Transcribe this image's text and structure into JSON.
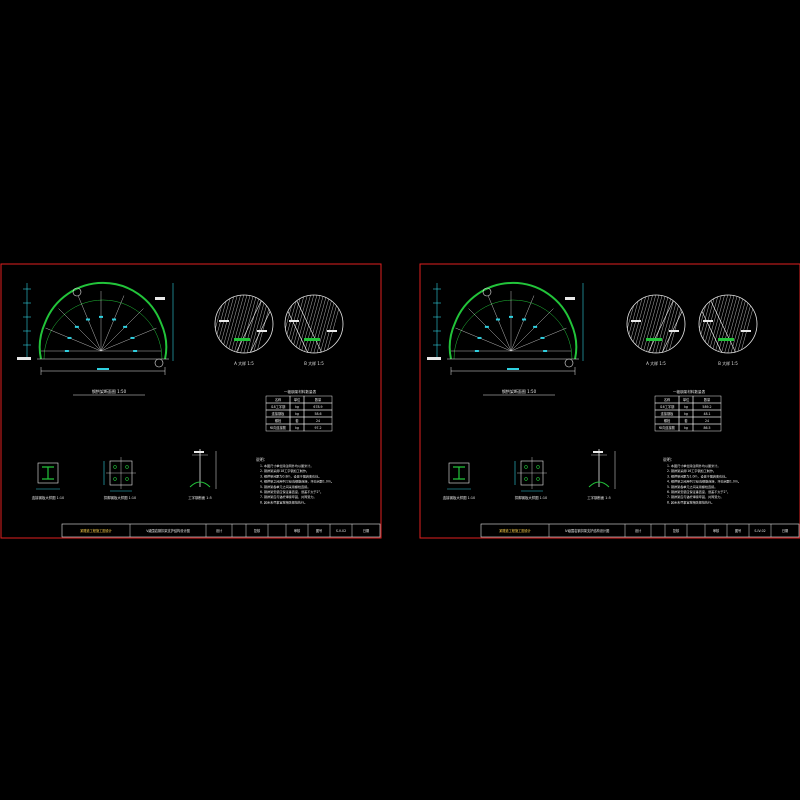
{
  "colors": {
    "background": "#000000",
    "frame": "#e02020",
    "arch": "#22c43a",
    "dimension": "#2fd0e0",
    "text": "#e8e8e8",
    "hatch": "#ffffff",
    "accent": "#ffd24a"
  },
  "sheets": [
    {
      "main_view_caption": "钢拱架断面图 1:50",
      "detail_a_caption": "A 大样 1:5",
      "detail_b_caption": "B 大样 1:5",
      "table_title": "一榀钢架材料数量表",
      "table_rows": [
        [
          "名称",
          "单位",
          "数量"
        ],
        [
          "I18工字钢",
          "kg",
          "678.9"
        ],
        [
          "连接钢板",
          "kg",
          "58.6"
        ],
        [
          "螺栓",
          "套",
          "24"
        ],
        [
          "纵向连接筋",
          "kg",
          "97.2"
        ]
      ],
      "small_view_captions": [
        "连接钢板大样图 1:10",
        "拱脚钢板大样图 1:10",
        "工字钢断面 1:5"
      ],
      "notes_title": "说明：",
      "notes": [
        "1. 本图尺寸单位除注明外均以厘米计。",
        "2. 钢拱架采用I18工字钢加工制作。",
        "3. 钢拱架间距为0.8m，设置于围岩变化处。",
        "4. 钢拱架之间用Φ22纵向钢筋连接，环向间距1.0m。",
        "5. 钢拱架各单元之间采用螺栓连接。",
        "6. 钢拱架安装应保证垂直度，误差不大于2°。",
        "7. 钢拱架应与锚杆焊接牢固，共同受力。",
        "8. 其余未尽事宜按相关规范执行。"
      ],
      "title_block": {
        "project": "某隧道工程施工图设计",
        "sheet_title": "V级围岩钢拱架支护结构设计图",
        "design": "设计",
        "review": "复核",
        "approve": "审核",
        "sheet_no": "图号",
        "sheet_no_value": "S-V-02",
        "date": "日期"
      }
    },
    {
      "main_view_caption": "钢拱架断面图 1:50",
      "detail_a_caption": "A 大样 1:5",
      "detail_b_caption": "B 大样 1:5",
      "table_title": "一榀钢架材料数量表",
      "table_rows": [
        [
          "名称",
          "单位",
          "数量"
        ],
        [
          "I16工字钢",
          "kg",
          "589.2"
        ],
        [
          "连接钢板",
          "kg",
          "48.1"
        ],
        [
          "螺栓",
          "套",
          "24"
        ],
        [
          "纵向连接筋",
          "kg",
          "86.5"
        ]
      ],
      "small_view_captions": [
        "连接钢板大样图 1:10",
        "拱脚钢板大样图 1:10",
        "工字钢断面 1:5"
      ],
      "notes_title": "说明：",
      "notes": [
        "1. 本图尺寸单位除注明外均以厘米计。",
        "2. 钢拱架采用I16工字钢加工制作。",
        "3. 钢拱架间距为1.0m，设置于围岩变化处。",
        "4. 钢拱架之间用Φ22纵向钢筋连接，环向间距1.0m。",
        "5. 钢拱架各单元之间采用螺栓连接。",
        "6. 钢拱架安装应保证垂直度，误差不大于2°。",
        "7. 钢拱架应与锚杆焊接牢固，共同受力。",
        "8. 其余未尽事宜按相关规范执行。"
      ],
      "title_block": {
        "project": "某隧道工程施工图设计",
        "sheet_title": "IV级围岩钢拱架支护结构设计图",
        "design": "设计",
        "review": "复核",
        "approve": "审核",
        "sheet_no": "图号",
        "sheet_no_value": "S-IV-02",
        "date": "日期"
      }
    }
  ]
}
